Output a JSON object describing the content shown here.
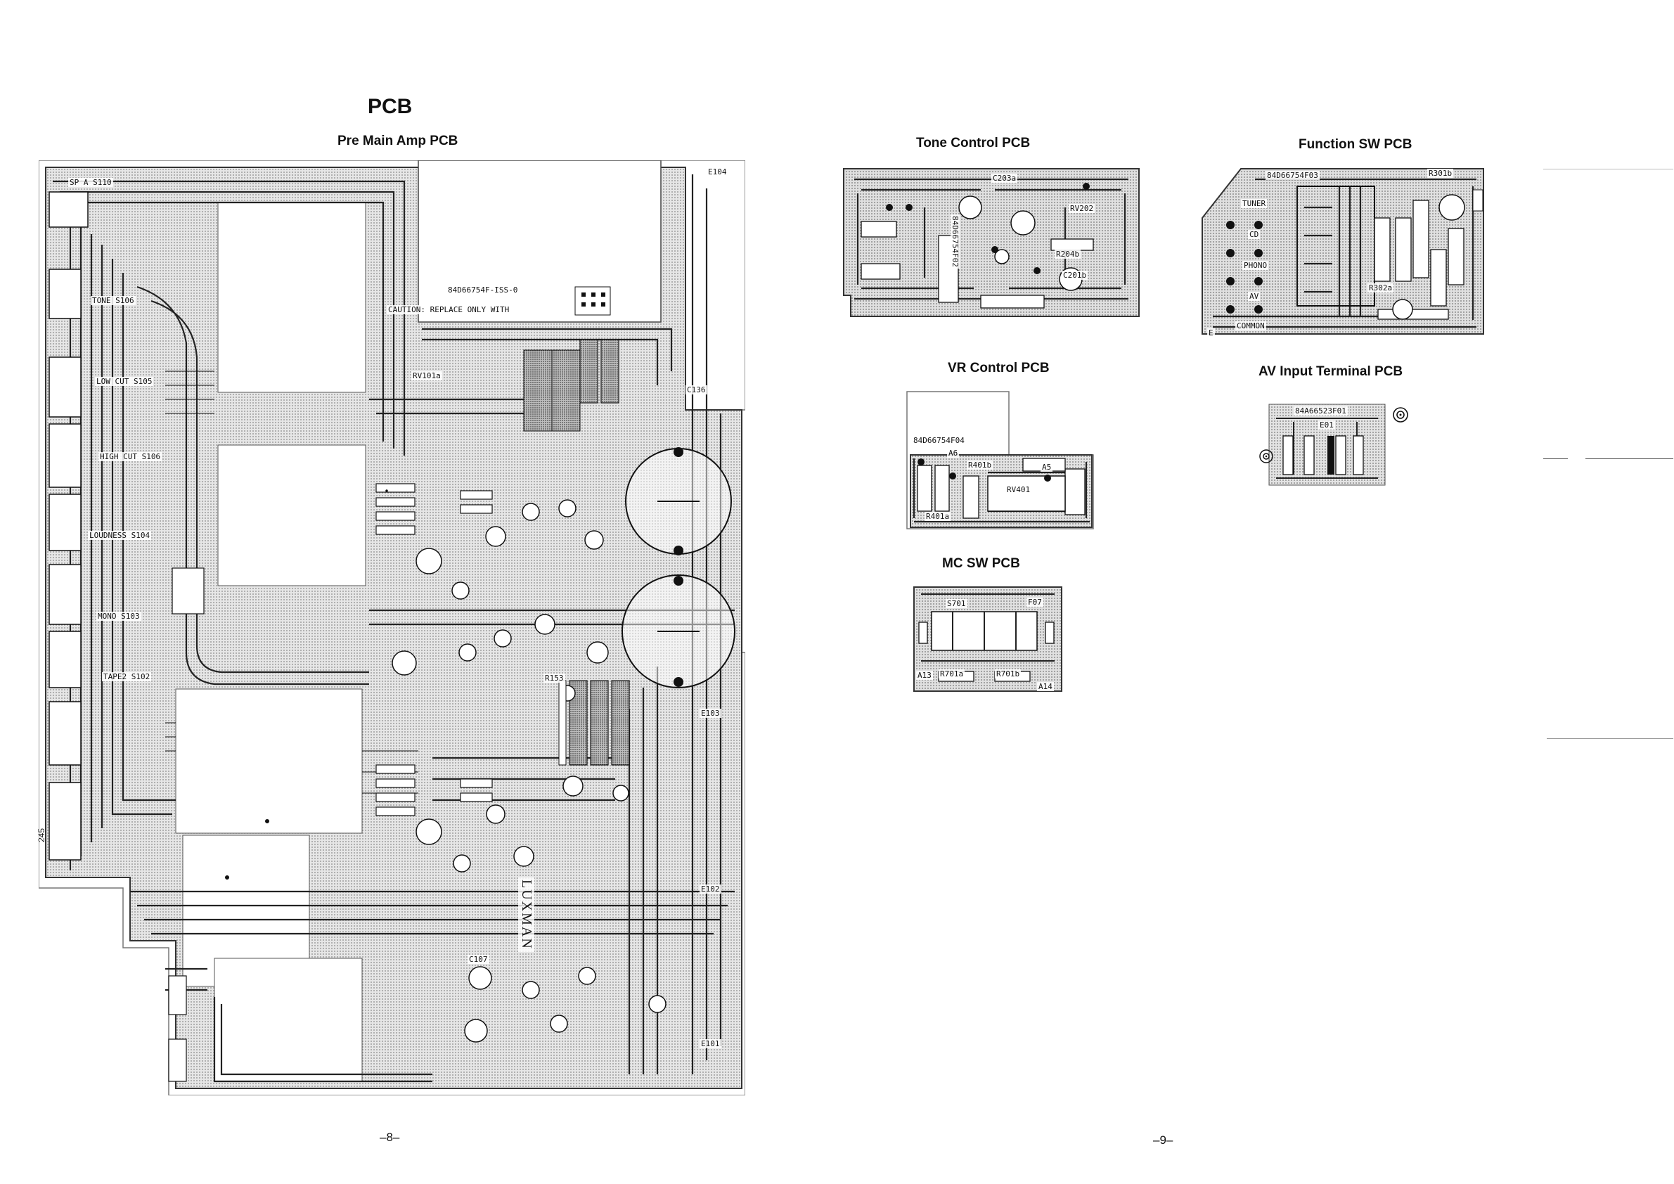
{
  "heading": "PCB",
  "side_number": "245",
  "page_numbers": {
    "left": "–8–",
    "right": "–9–"
  },
  "boards": {
    "pre_main": {
      "title": "Pre Main Amp PCB",
      "brand": "LUXMAN",
      "labels": {
        "board_no": "84D66754F-ISS-0",
        "caution": "CAUTION: REPLACE ONLY WITH",
        "tone": "TONE S106",
        "low_cut": "LOW CUT S105",
        "high_cut": "HIGH CUT S106",
        "loudness": "LOUDNESS S104",
        "mono": "MONO S103",
        "tape2": "TAPE2 S102",
        "sp": "SP A S110",
        "e104": "E104",
        "e103": "E103",
        "e102": "E102",
        "e101": "E101",
        "c136": "C136",
        "r153": "R153",
        "c107": "C107",
        "rv101": "RV101a"
      }
    },
    "tone_control": {
      "title": "Tone Control PCB",
      "labels": {
        "board_no": "84D66754F02",
        "rv202": "RV202",
        "c203a": "C203a",
        "c201b": "C201b",
        "r204b": "R204b"
      }
    },
    "function_sw": {
      "title": "Function SW PCB",
      "labels": {
        "board_no": "84D66754F03",
        "tuner": "TUNER",
        "cd": "CD",
        "phono": "PHONO",
        "av": "AV",
        "common": "COMMON",
        "r301b": "R301b",
        "r302a": "R302a",
        "e": "E"
      }
    },
    "vr_control": {
      "title": "VR Control PCB",
      "labels": {
        "board_no": "84D66754F04",
        "rv401": "RV401",
        "r401a": "R401a",
        "r401b": "R401b",
        "a5": "A5",
        "a6": "A6"
      }
    },
    "av_input": {
      "title": "AV Input Terminal PCB",
      "labels": {
        "board_no": "84A66523F01",
        "e01": "E01"
      }
    },
    "mc_sw": {
      "title": "MC SW PCB",
      "labels": {
        "s701": "S701",
        "f07": "F07",
        "r701a": "R701a",
        "r701b": "R701b",
        "a13": "A13",
        "a14": "A14"
      }
    }
  }
}
